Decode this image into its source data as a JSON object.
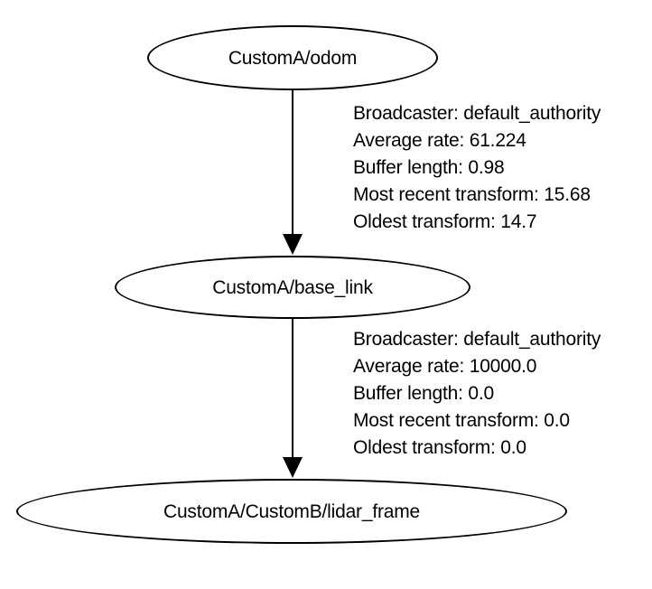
{
  "diagram": {
    "type": "tf-frame-tree",
    "colors": {
      "background": "#ffffff",
      "stroke": "#000000",
      "text": "#000000"
    },
    "nodes": [
      {
        "label": "CustomA/odom"
      },
      {
        "label": "CustomA/base_link"
      },
      {
        "label": "CustomA/CustomB/lidar_frame"
      }
    ],
    "edges": [
      {
        "from": "CustomA/odom",
        "to": "CustomA/base_link",
        "label_lines": [
          "Broadcaster: default_authority",
          "Average rate: 61.224",
          "Buffer length: 0.98",
          "Most recent transform: 15.68",
          "Oldest transform: 14.7"
        ]
      },
      {
        "from": "CustomA/base_link",
        "to": "CustomA/CustomB/lidar_frame",
        "label_lines": [
          "Broadcaster: default_authority",
          "Average rate: 10000.0",
          "Buffer length: 0.0",
          "Most recent transform: 0.0",
          "Oldest transform: 0.0"
        ]
      }
    ]
  }
}
